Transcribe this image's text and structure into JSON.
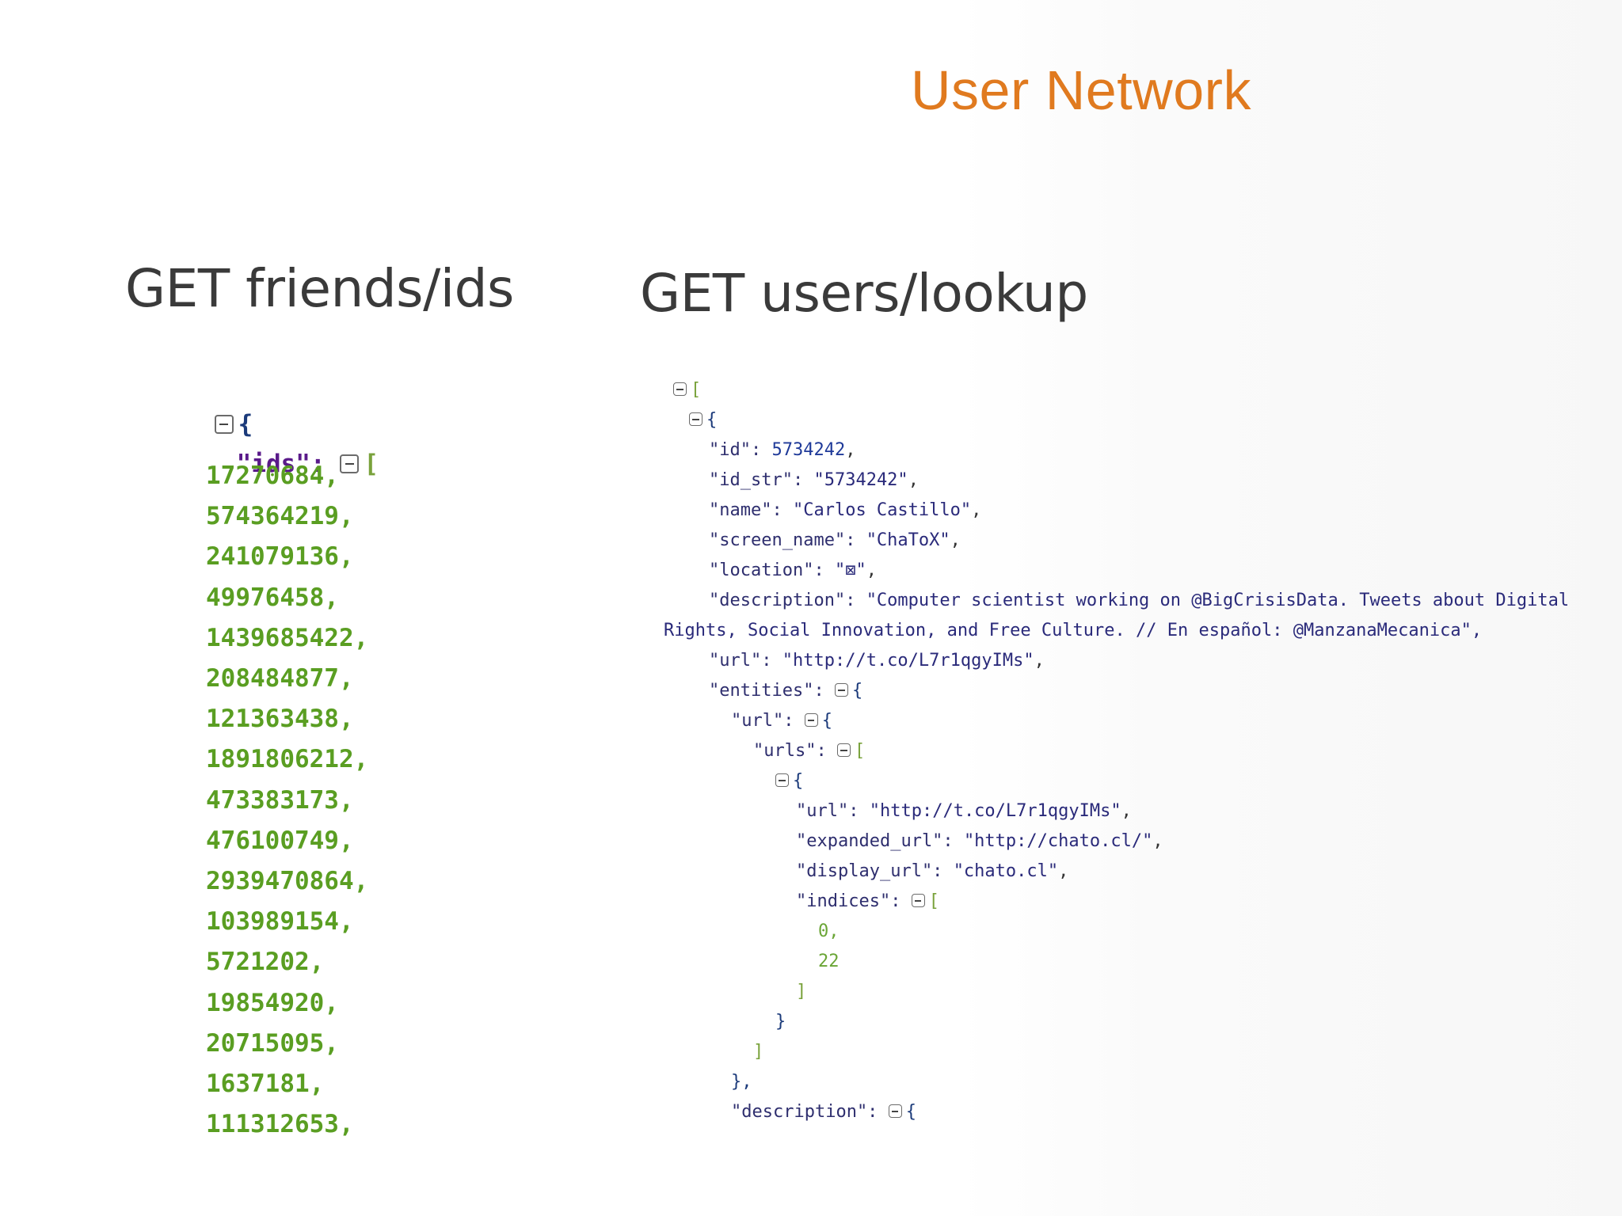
{
  "slide": {
    "title": "User Network"
  },
  "left": {
    "heading": "GET friends/ids",
    "open_brace": "{",
    "ids_key": "\"ids\":",
    "open_bracket": "[",
    "ids": [
      "17270684,",
      "574364219,",
      "241079136,",
      "49976458,",
      "1439685422,",
      "208484877,",
      "121363438,",
      "1891806212,",
      "473383173,",
      "476100749,",
      "2939470864,",
      "103989154,",
      "5721202,",
      "19854920,",
      "20715095,",
      "1637181,",
      "111312653,"
    ]
  },
  "right": {
    "heading": "GET users/lookup",
    "l_bracket_open": "[",
    "l_obj_open": "{",
    "id_key": "\"id\":",
    "id_val": "5734242",
    "id_str_key": "\"id_str\":",
    "id_str_val": "\"5734242\"",
    "name_key": "\"name\":",
    "name_val": "\"Carlos Castillo\"",
    "screen_name_key": "\"screen_name\":",
    "screen_name_val": "\"ChaToX\"",
    "location_key": "\"location\":",
    "location_val": "\"⊠\"",
    "description_key": "\"description\":",
    "description_val_1": "\"Computer scientist working on @BigCrisisData. Tweets about Digital",
    "description_val_2": "Rights, Social Innovation, and Free Culture. // En español: @ManzanaMecanica\",",
    "url_key": "\"url\":",
    "url_val": "\"http://t.co/L7r1qgyIMs\"",
    "entities_key": "\"entities\":",
    "entities_url_key": "\"url\":",
    "urls_key": "\"urls\":",
    "url_obj_open": "{",
    "inner_url_key": "\"url\":",
    "inner_url_val": "\"http://t.co/L7r1qgyIMs\"",
    "expanded_url_key": "\"expanded_url\":",
    "expanded_url_val": "\"http://chato.cl/\"",
    "display_url_key": "\"display_url\":",
    "display_url_val": "\"chato.cl\"",
    "indices_key": "\"indices\":",
    "indices": [
      "0,",
      "22"
    ],
    "close_indices": "]",
    "close_url_obj": "}",
    "close_urls": "]",
    "close_entities_url": "},",
    "entities_description_key": "\"description\":"
  }
}
